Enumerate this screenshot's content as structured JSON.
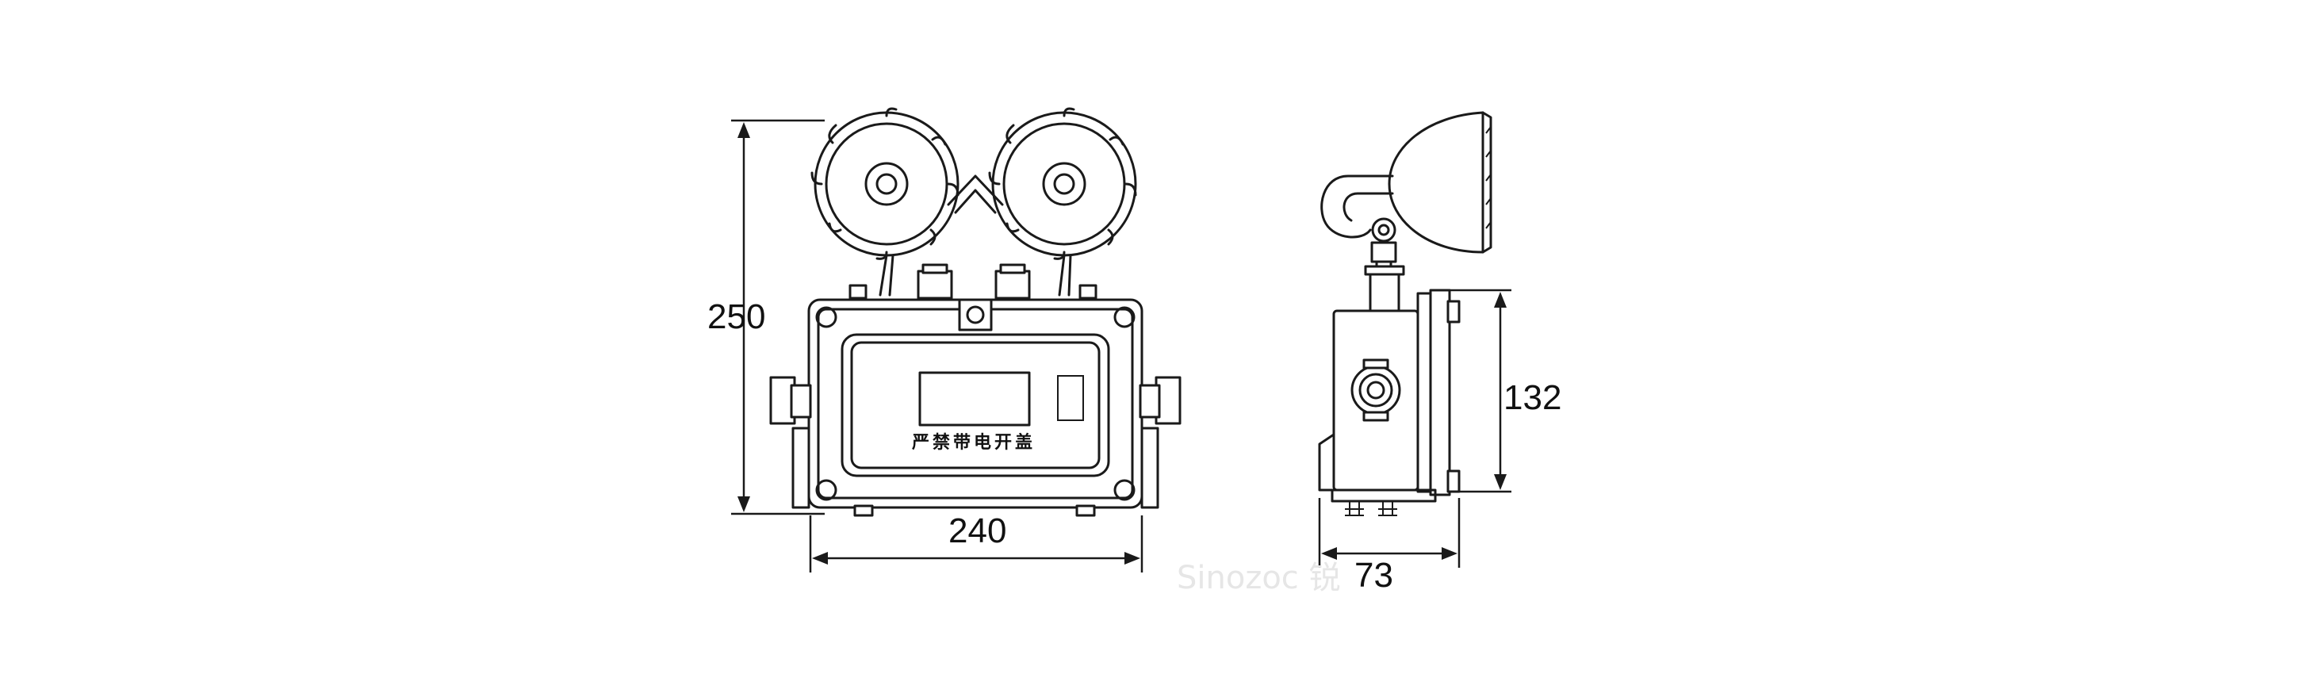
{
  "dimensions": {
    "height_label": "250",
    "width_label": "240",
    "side_height_label": "132",
    "side_depth_label": "73"
  },
  "device": {
    "front_plate_text": "严禁带电开盖"
  },
  "watermark": {
    "text": "Sinozoc 锐"
  },
  "colors": {
    "line": "#1a1a1a",
    "background": "#ffffff"
  }
}
